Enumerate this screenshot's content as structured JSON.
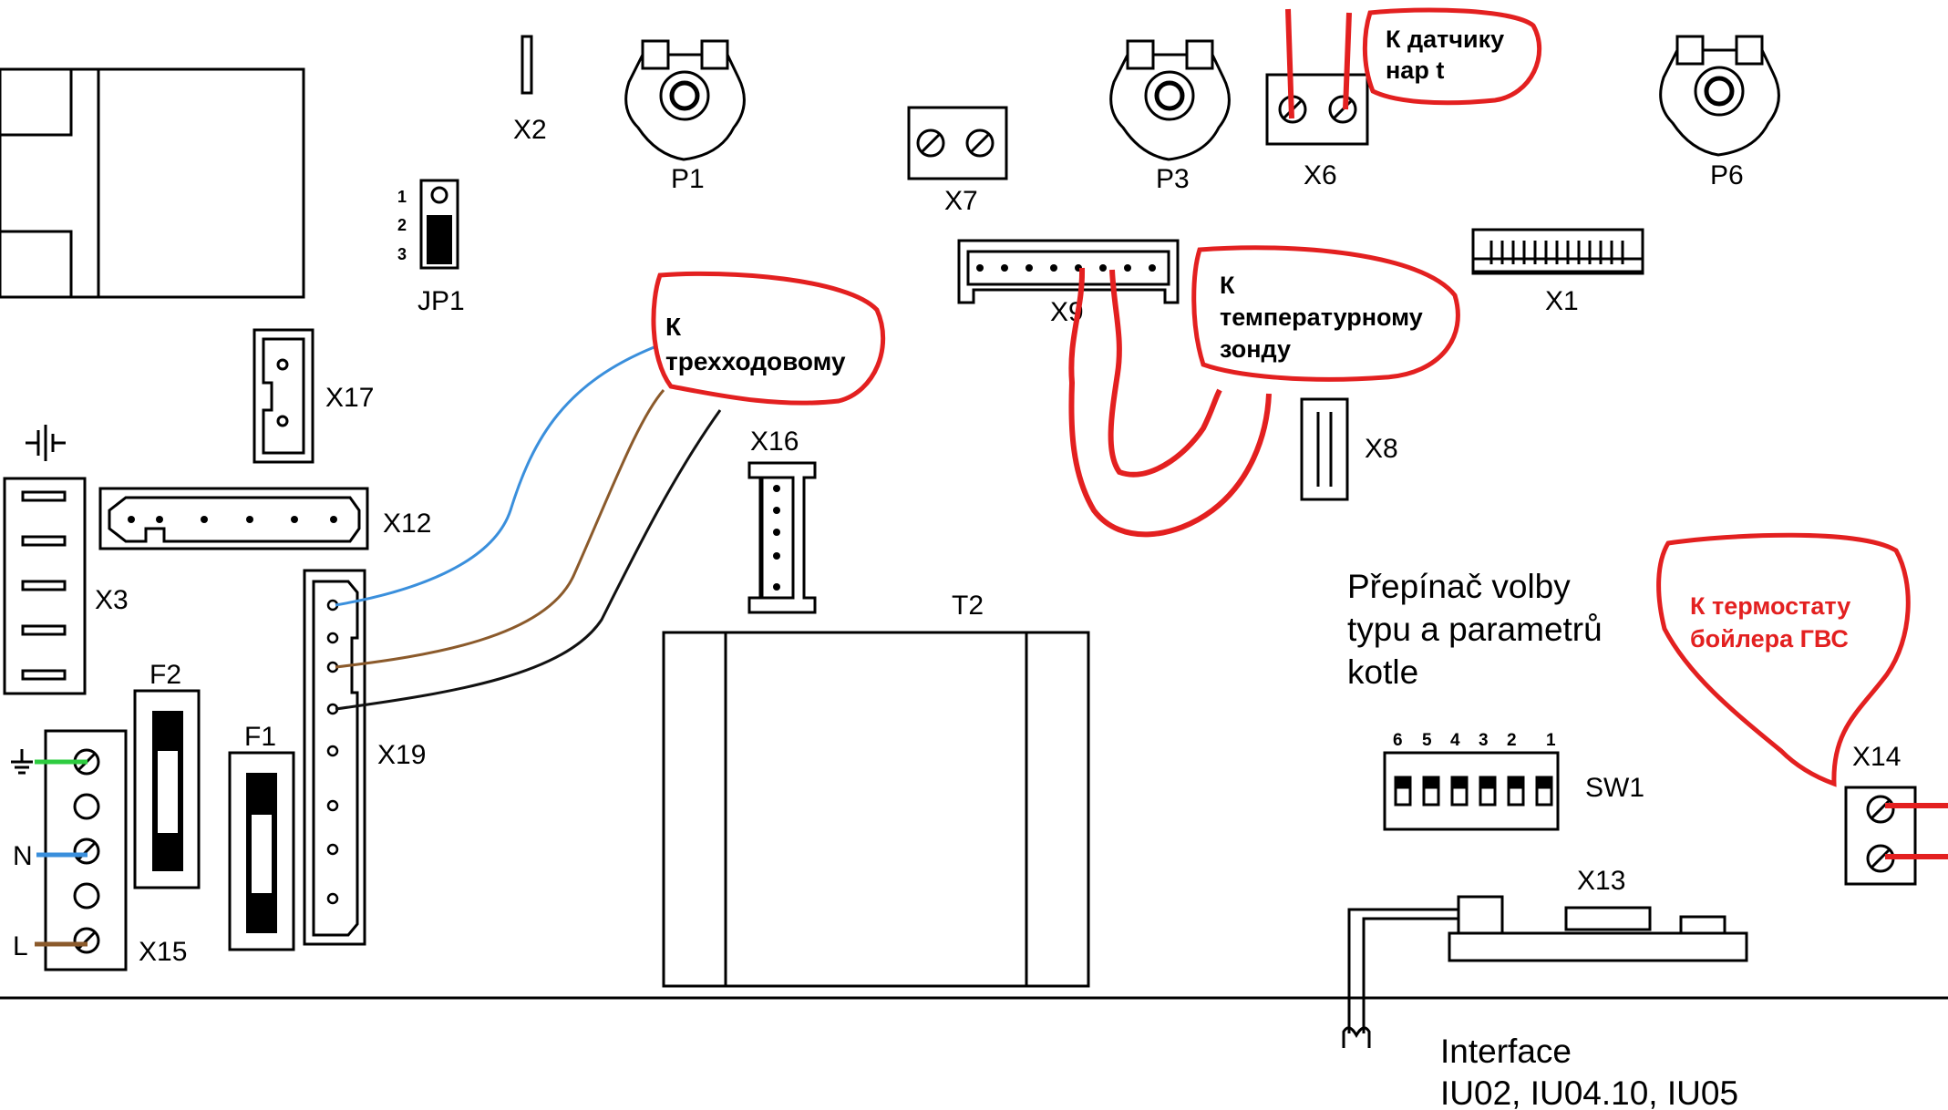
{
  "labels": {
    "x1": "X1",
    "x2": "X2",
    "x3": "X3",
    "x6": "X6",
    "x7": "X7",
    "x8": "X8",
    "x9": "X9",
    "x12": "X12",
    "x13": "X13",
    "x14": "X14",
    "x15": "X15",
    "x16": "X16",
    "x17": "X17",
    "x19": "X19",
    "p1": "P1",
    "p3": "P3",
    "p6": "P6",
    "jp1": "JP1",
    "f1": "F1",
    "f2": "F2",
    "t2": "T2",
    "sw1": "SW1",
    "jp1_pin1": "1",
    "jp1_pin2": "2",
    "jp1_pin3": "3",
    "sw_nums": [
      "6",
      "5",
      "4",
      "3",
      "2",
      "1"
    ],
    "terminal_n": "N",
    "terminal_l": "L"
  },
  "switch_text": {
    "line1": "Přepínač volby",
    "line2": "typu a parametrů",
    "line3": "kotle"
  },
  "interface_text": {
    "line1": "Interface",
    "line2": "IU02, IU04.10, IU05"
  },
  "annotations": {
    "sensor_outdoor": {
      "line1": "К датчику",
      "line2": "нар t"
    },
    "three_way": {
      "line1": "К",
      "line2": "трехходовому"
    },
    "temp_probe": {
      "line1": "К",
      "line2": "температурному",
      "line3": "зонду"
    },
    "dhw_thermostat": {
      "line1": "К термостату",
      "line2": "бойлера ГВС"
    }
  },
  "colors": {
    "annotation": "#e32020",
    "wire_blue": "#3a8fdc",
    "wire_brown": "#8b5a2b",
    "wire_black": "#111111",
    "wire_green": "#2ecc40",
    "dhw_text": "#e32020"
  }
}
